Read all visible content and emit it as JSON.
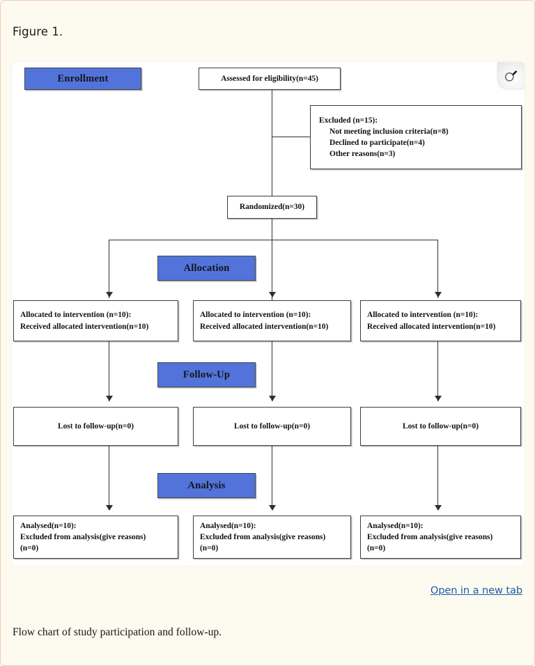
{
  "figure": {
    "label": "Figure 1.",
    "caption": "Flow chart of study participation and follow-up.",
    "open_link": "Open in a new tab",
    "zoom_icon": "magnifier-icon",
    "accent_blue": "#5274da",
    "link_color": "#1a5eab",
    "page_background": "#fdfaef",
    "card_background": "#ffffff",
    "border_color": "#f0cdb8"
  },
  "chart_data": {
    "type": "diagram",
    "title": "Flow chart of study participation and follow-up.",
    "phases": [
      {
        "id": "enrollment",
        "label": "Enrollment"
      },
      {
        "id": "allocation",
        "label": "Allocation"
      },
      {
        "id": "followup",
        "label": "Follow-Up"
      },
      {
        "id": "analysis",
        "label": "Analysis"
      }
    ],
    "nodes": {
      "assessed": {
        "text": "Assessed for eligibility(n=45)",
        "n": 45
      },
      "excluded": {
        "heading": "Excluded (n=15):",
        "n": 15,
        "reasons": [
          {
            "label": "Not meeting inclusion criteria(n=8)",
            "n": 8
          },
          {
            "label": "Declined to participate(n=4)",
            "n": 4
          },
          {
            "label": "Other reasons(n=3)",
            "n": 3
          }
        ]
      },
      "randomized": {
        "text": "Randomized(n=30)",
        "n": 30
      },
      "allocated": [
        {
          "line1": "Allocated to intervention (n=10):",
          "line2": "Received allocated intervention(n=10)",
          "n": 10
        },
        {
          "line1": "Allocated to intervention (n=10):",
          "line2": "Received allocated intervention(n=10)",
          "n": 10
        },
        {
          "line1": "Allocated to intervention (n=10):",
          "line2": "Received allocated intervention(n=10)",
          "n": 10
        }
      ],
      "lost": [
        {
          "text": "Lost to follow-up(n=0)",
          "n": 0
        },
        {
          "text": "Lost to follow-up(n=0)",
          "n": 0
        },
        {
          "text": "Lost to follow-up(n=0)",
          "n": 0
        }
      ],
      "analysed": [
        {
          "line1": "Analysed(n=10):",
          "line2": "Excluded from analysis(give reasons)",
          "line3": "(n=0)",
          "n": 10
        },
        {
          "line1": "Analysed(n=10):",
          "line2": "Excluded from analysis(give reasons)",
          "line3": "(n=0)",
          "n": 10
        },
        {
          "line1": "Analysed(n=10):",
          "line2": "Excluded from analysis(give reasons)",
          "line3": "(n=0)",
          "n": 10
        }
      ]
    }
  }
}
